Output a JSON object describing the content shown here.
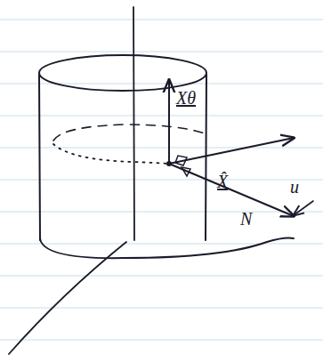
{
  "diagram": {
    "labels": [
      "Xθ",
      "X̂",
      "u",
      "N"
    ]
  }
}
